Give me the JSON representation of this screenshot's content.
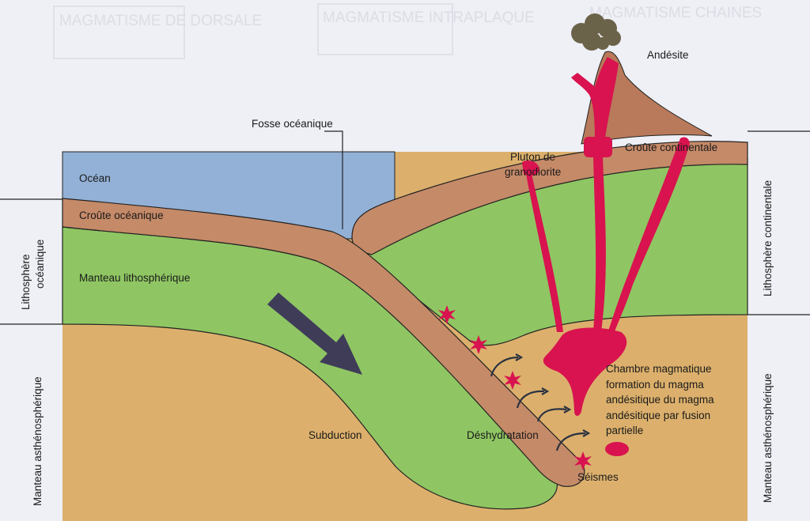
{
  "background_headings": [
    "MAGMATISME DE DORSALE",
    "MAGMATISME INTRAPLAQUE",
    "MAGMATISME CHAINES"
  ],
  "labels": {
    "fosse": "Fosse océanique",
    "andesite": "Andésite",
    "ocean": "Océan",
    "croute_oceanique": "Croûte océanique",
    "manteau_litho": "Manteau lithosphérique",
    "croute_continentale": "Croûte continentale",
    "pluton_1": "Pluton de",
    "pluton_2": "granodiorite",
    "chambre": [
      "Chambre magmatique",
      "formation du magma",
      "andésitique du magma",
      "andésitique par fusion",
      "partielle"
    ],
    "subduction": "Subduction",
    "deshydratation": "Déshydratation",
    "seismes": "Séismes"
  },
  "side_labels": {
    "litho_oceanique_1": "Lithosphère",
    "litho_oceanique_2": "océanique",
    "manteau_astheno_left": "Manteau asthénosphérique",
    "litho_continentale": "Lithosphère continentale",
    "manteau_astheno_right": "Manteau asthénosphérique"
  },
  "colors": {
    "ocean": "#93b1d6",
    "crust": "#c58a68",
    "lithosphere": "#8fc663",
    "asthenosphere": "#dcb06c",
    "magma": "#d8134f",
    "arrow": "#3f3c58",
    "cloud": "#6b6349"
  }
}
